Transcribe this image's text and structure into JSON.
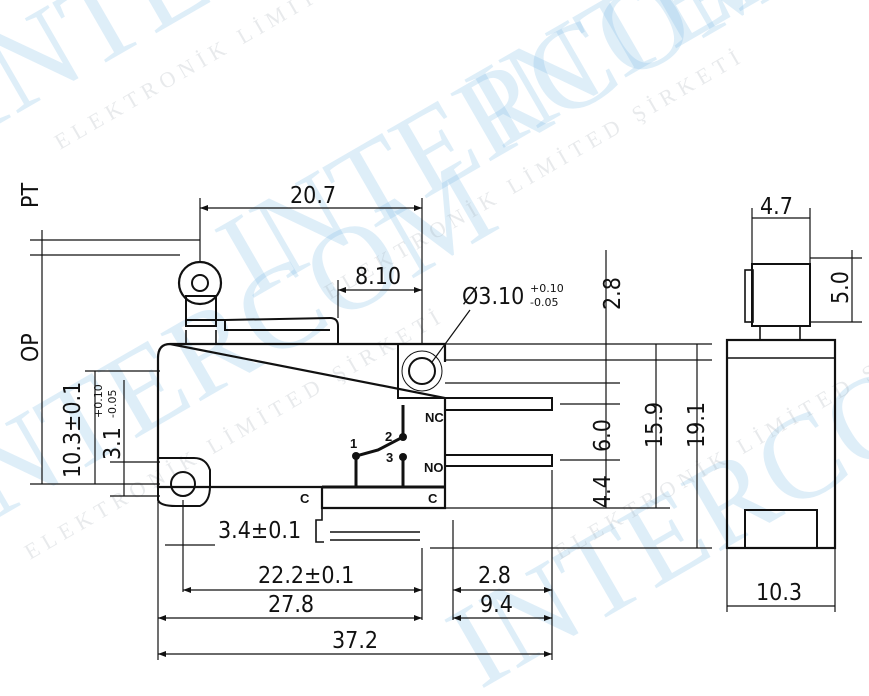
{
  "watermark": {
    "brand": "INTERCOM",
    "subtitle": "ELEKTRONİK LİMİTED ŞİRKETİ",
    "color": "#6fb3e3"
  },
  "labels": {
    "pt": "PT",
    "op": "OP"
  },
  "dimensions": {
    "d20_7": "20.7",
    "d8_10": "8.10",
    "hole_main": "Ø3.10",
    "hole_plus": "+0.10",
    "hole_minus": "-0.05",
    "d2_8_top": "2.8",
    "d10_3": "10.3±0.1",
    "d3_1": "3.1",
    "d3_1_plus": "+0.10",
    "d3_1_minus": "-0.05",
    "d6_0": "6.0",
    "d15_9": "15.9",
    "d19_1": "19.1",
    "d4_4": "4.4",
    "d3_4": "3.4±0.1",
    "d22_2": "22.2±0.1",
    "d2_8_bottom": "2.8",
    "d27_8": "27.8",
    "d9_4": "9.4",
    "d37_2": "37.2",
    "d4_7": "4.7",
    "d5_0": "5.0",
    "d10_3_side": "10.3"
  },
  "terminals": {
    "nc": "NC",
    "no": "NO",
    "c_left": "C",
    "c_right": "C",
    "pin1": "1",
    "pin2": "2",
    "pin3": "3"
  }
}
